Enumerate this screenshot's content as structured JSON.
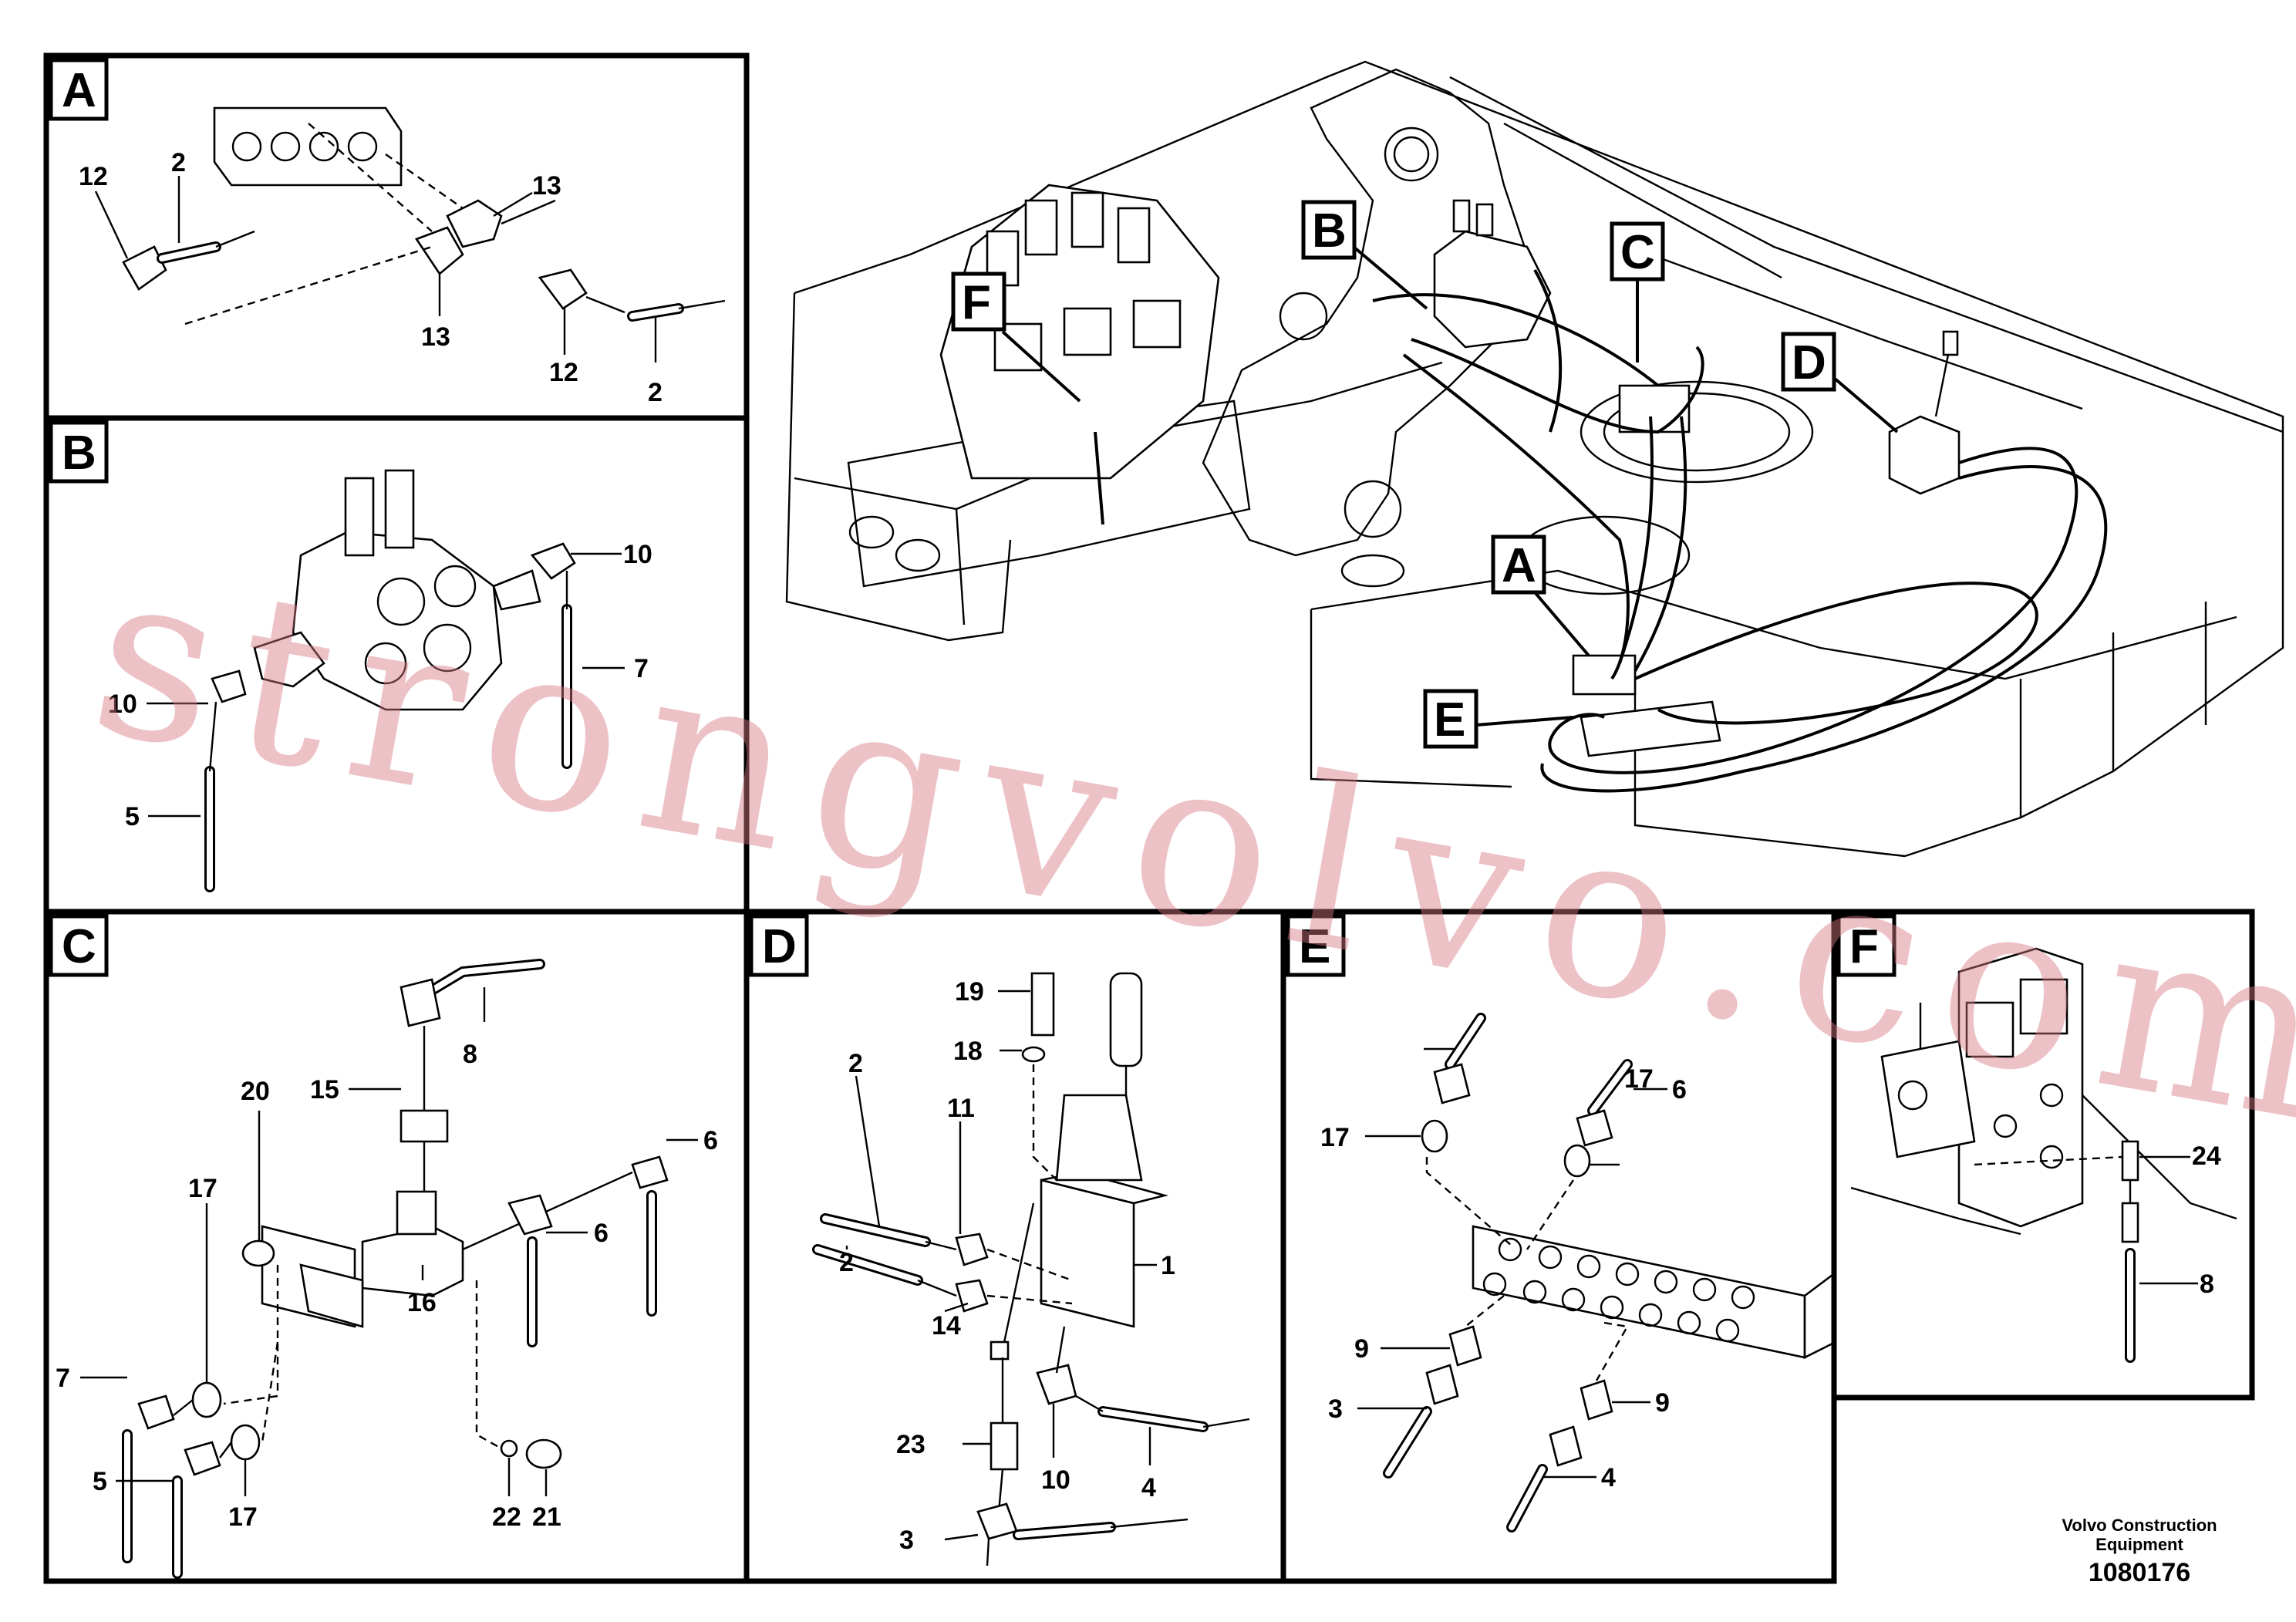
{
  "panels": {
    "A": {
      "tag": "A",
      "callouts": {
        "c12a": "12",
        "c2a": "2",
        "c13a": "13",
        "c13b": "13",
        "c12b": "12",
        "c2b": "2"
      }
    },
    "B": {
      "tag": "B",
      "callouts": {
        "c10a": "10",
        "c7": "7",
        "c10b": "10",
        "c5": "5"
      }
    },
    "C": {
      "tag": "C",
      "callouts": {
        "c8": "8",
        "c15": "15",
        "c20": "20",
        "c17a": "17",
        "c16": "16",
        "c6a": "6",
        "c6b": "6",
        "c7": "7",
        "c17b": "17",
        "c22": "22",
        "c21": "21",
        "c5": "5"
      }
    },
    "D": {
      "tag": "D",
      "callouts": {
        "c19": "19",
        "c18": "18",
        "c2a": "2",
        "c11": "11",
        "c2b": "2",
        "c14": "14",
        "c1": "1",
        "c23": "23",
        "c10": "10",
        "c4": "4",
        "c3": "3"
      }
    },
    "E": {
      "tag": "E",
      "callouts": {
        "c6": "6",
        "c17a": "17",
        "c17b": "17",
        "c9a": "9",
        "c9b": "9",
        "c3": "3",
        "c4": "4"
      }
    },
    "F": {
      "tag": "F",
      "callouts": {
        "c24": "24",
        "c8": "8"
      }
    },
    "overview": {
      "tags": {
        "A": "A",
        "B": "B",
        "C": "C",
        "D": "D",
        "E": "E",
        "F": "F"
      }
    }
  },
  "footer": {
    "brand_line1": "Volvo Construction",
    "brand_line2": "Equipment",
    "drawing_number": "1080176"
  },
  "watermark": {
    "text": "strongvolvo.com"
  }
}
